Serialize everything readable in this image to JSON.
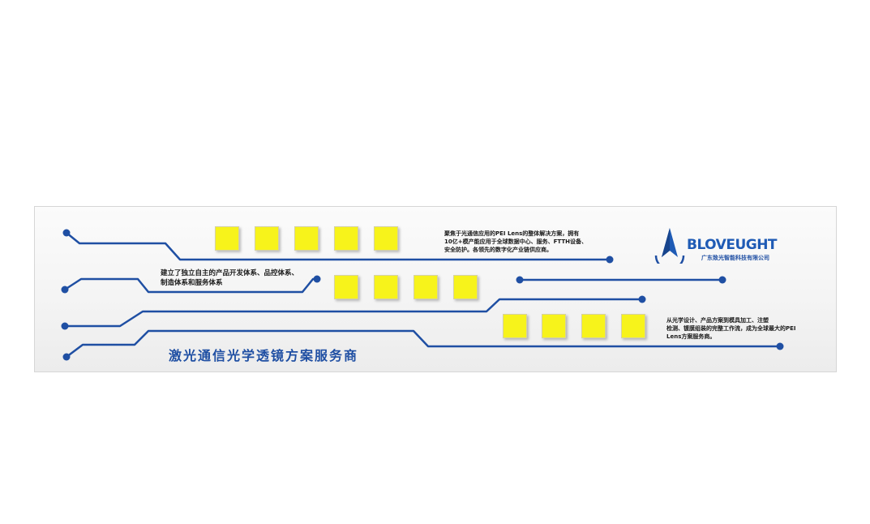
{
  "board": {
    "headline": "激光通信光学透镜方案服务商",
    "text_top_left": [
      "建立了独立自主的产品开发体系、品控体系、",
      "制造体系和服务体系"
    ],
    "text_top_right": [
      "聚焦于光通信应用的PEI Lens的整体解决方案，拥有",
      "10亿+模产能应用于全球数据中心、服务、FTTH设备、",
      "安全防护。各领先的数字化产业链供应商。"
    ],
    "text_bottom_right": [
      "从光学设计、产品方案到模具加工、注塑",
      "检测、镀膜组装的完整工作流，成为全球最大的PEI",
      "Lens方案服务商。"
    ]
  },
  "logo": {
    "wordmark": "BLOVEUGHT",
    "subtitle": "广东致光智能科技有限公司",
    "mark_icon": "compass-star-icon"
  },
  "colors": {
    "circuit": "#1f4fa3",
    "square": "#f7f31b",
    "headline": "#1f4fa3"
  }
}
